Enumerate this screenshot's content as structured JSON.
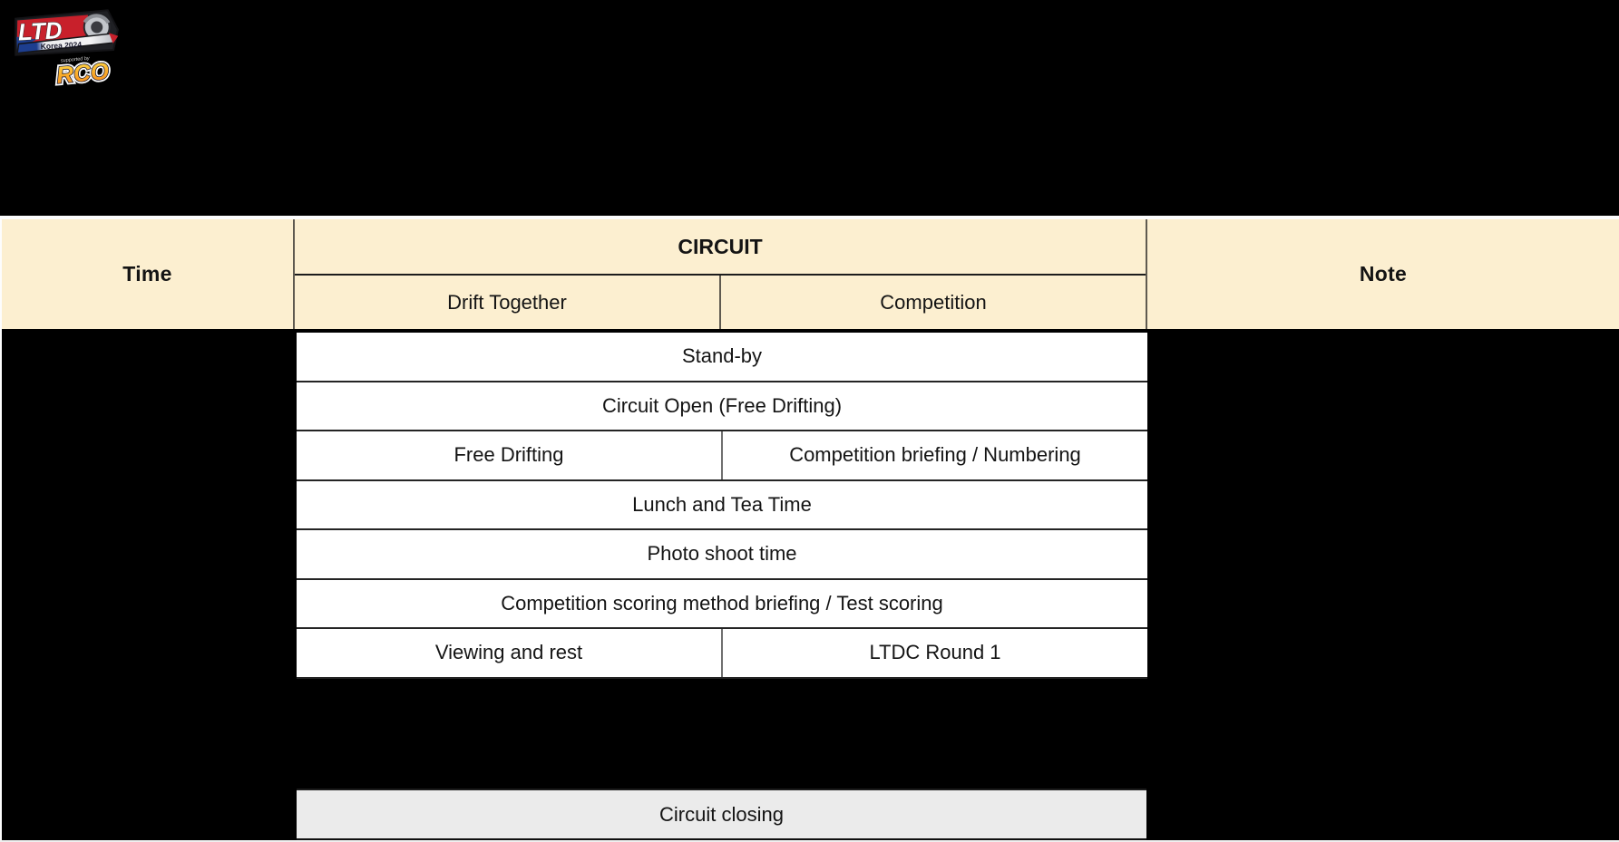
{
  "logo": {
    "title": "LTDC",
    "subtitle": "Korea 2024",
    "supported_by": "supported by",
    "brand": "RCO"
  },
  "table": {
    "headers": {
      "time": "Time",
      "circuit": "CIRCUIT",
      "drift": "Drift Together",
      "competition": "Competition",
      "note": "Note"
    },
    "rows": [
      {
        "type": "merged",
        "text": "Stand-by"
      },
      {
        "type": "merged",
        "text": "Circuit Open (Free Drifting)"
      },
      {
        "type": "split",
        "left": "Free Drifting",
        "right": "Competition briefing / Numbering"
      },
      {
        "type": "merged",
        "text": "Lunch and Tea Time"
      },
      {
        "type": "merged",
        "text": "Photo shoot time"
      },
      {
        "type": "merged",
        "text": "Competition scoring method briefing / Test scoring"
      },
      {
        "type": "split",
        "left": "Viewing and rest",
        "right": "LTDC Round 1"
      }
    ],
    "closing": "Circuit closing"
  },
  "colors": {
    "background": "#000000",
    "header_bg": "#FCEFD0",
    "row_bg": "#FFFFFF",
    "closing_bg": "#EBEBEB",
    "border_dark": "#1C1C1C",
    "logo_red": "#C8202B",
    "logo_blue": "#1D3E8F",
    "logo_orange": "#F6891F",
    "logo_yellow": "#FFE14D"
  }
}
